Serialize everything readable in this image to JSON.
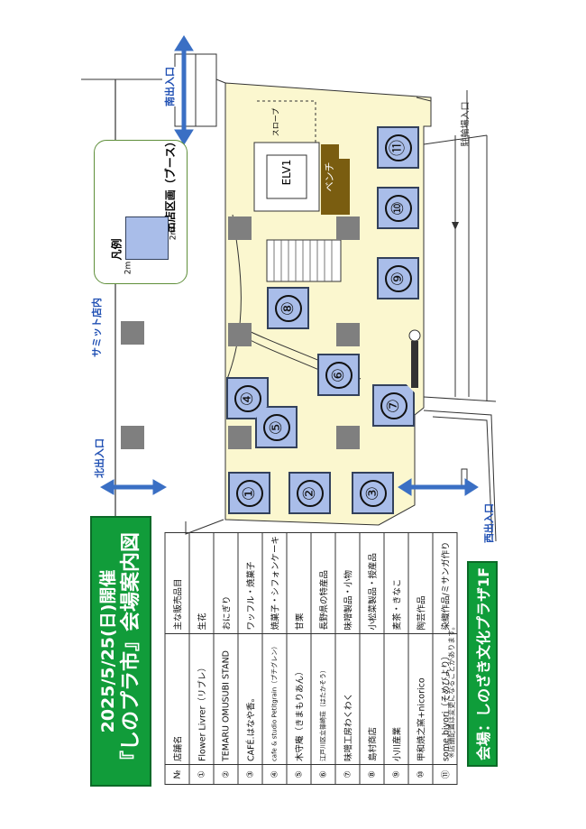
{
  "title": {
    "line1": "2025/5/25(日)開催",
    "line2": "『しのプラ市』会場案内図"
  },
  "venue": "会場：しのざき文化プラザ1F",
  "table": {
    "header": {
      "no": "№",
      "name": "店舗名",
      "items": "主な販売品目"
    },
    "rows": [
      {
        "no": "①",
        "name": "Flower Livrer（リブレ）",
        "items": "生花"
      },
      {
        "no": "②",
        "name": "TEMARU OMUSUBI STAND",
        "items": "おにぎり"
      },
      {
        "no": "③",
        "name": "CAFÉ.はなや香。",
        "items": "ワッフル・焼菓子"
      },
      {
        "no": "④",
        "name": "cafe & studio Petitgrain（プチグレン）",
        "items": "焼菓子・シフォンケーキ"
      },
      {
        "no": "⑤",
        "name": "木守庵（きまもりあん）",
        "items": "甘栗"
      },
      {
        "no": "⑥",
        "name": "江戸川区立篠崎荘（はたかそう）",
        "items": "長野県の特産品"
      },
      {
        "no": "⑦",
        "name": "味噌工房わくわく",
        "items": "味噌製品・小物"
      },
      {
        "no": "⑧",
        "name": "島村商店",
        "items": "小松菜製品・授産品"
      },
      {
        "no": "⑨",
        "name": "小川産業",
        "items": "麦茶・きなこ"
      },
      {
        "no": "⑩",
        "name": "甲和焼之窯+nicorico",
        "items": "陶芸作品"
      },
      {
        "no": "⑪",
        "name": "some.biyori（そめびより）",
        "items": "染織作品/ミサンガ作り"
      }
    ]
  },
  "note": "※店舗配置は変更になることがあります。",
  "legend": {
    "title": "凡例",
    "label": "出店区画（ブース）",
    "dim_h": "2m",
    "dim_w": "2m"
  },
  "labels": {
    "north_entrance": "北出入口",
    "south_entrance": "南出入口",
    "west_entrance": "西出入口",
    "summit": "サミット店内",
    "bicycle": "駐輪場入口",
    "elevator": "ELV1",
    "bench": "ベンチ",
    "slope": "スロープ"
  },
  "booths": [
    "①",
    "②",
    "③",
    "④",
    "⑤",
    "⑥",
    "⑦",
    "⑧",
    "⑨",
    "⑩",
    "⑪"
  ],
  "colors": {
    "title_bg": "#119c3a",
    "booth_fill": "#a9bde9",
    "floor": "#fbf7cf",
    "pillar": "#7f7f7f",
    "arrow": "#3a6fc4",
    "bench": "#7a5d10"
  }
}
